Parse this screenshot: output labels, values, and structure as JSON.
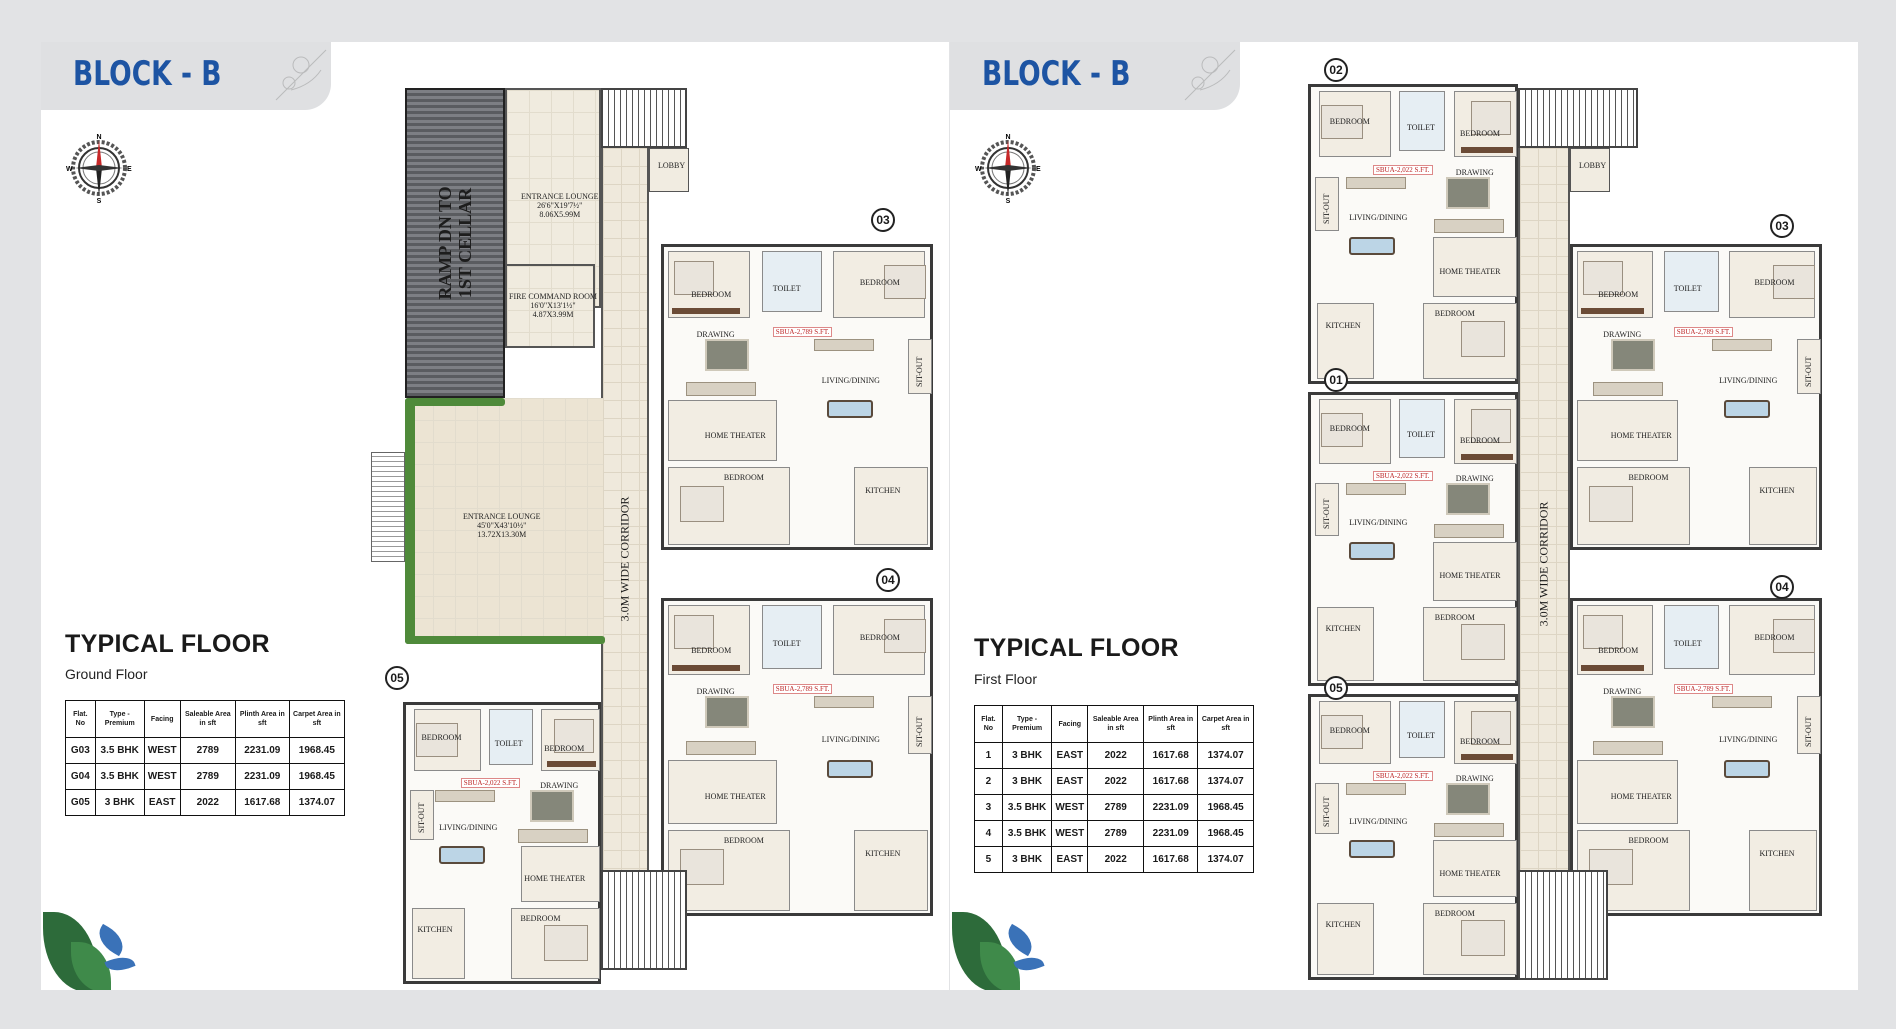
{
  "panels": [
    {
      "block_title": "BLOCK - B",
      "heading": "TYPICAL FLOOR",
      "subheading": "Ground Floor",
      "table": {
        "headers": [
          "Flat. No",
          "Type - Premium",
          "Facing",
          "Saleable Area in sft",
          "Plinth Area in sft",
          "Carpet Area in sft"
        ],
        "rows": [
          [
            "G03",
            "3.5 BHK",
            "WEST",
            "2789",
            "2231.09",
            "1968.45"
          ],
          [
            "G04",
            "3.5 BHK",
            "WEST",
            "2789",
            "2231.09",
            "1968.45"
          ],
          [
            "G05",
            "3 BHK",
            "EAST",
            "2022",
            "1617.68",
            "1374.07"
          ]
        ]
      },
      "plan": {
        "ramp": "RAMP DN TO\n1ST CELLAR",
        "entrance_lounge": "ENTRANCE LOUNGE\n26'6\"X19'7½\"\n8.06X5.99M",
        "fire_room": "FIRE COMMAND ROOM\n16'0\"X13'1½\"\n4.87X3.99M",
        "lobby_big": "ENTRANCE LOUNGE\n45'0\"X43'10½\"\n13.72X13.30M",
        "corridor": "3.0M WIDE CORRIDOR",
        "units": [
          "03",
          "04",
          "05"
        ]
      }
    },
    {
      "block_title": "BLOCK - B",
      "heading": "TYPICAL FLOOR",
      "subheading": "First Floor",
      "table": {
        "headers": [
          "Flat. No",
          "Type - Premium",
          "Facing",
          "Saleable Area in sft",
          "Plinth Area in sft",
          "Carpet Area in sft"
        ],
        "rows": [
          [
            "1",
            "3 BHK",
            "EAST",
            "2022",
            "1617.68",
            "1374.07"
          ],
          [
            "2",
            "3 BHK",
            "EAST",
            "2022",
            "1617.68",
            "1374.07"
          ],
          [
            "3",
            "3.5 BHK",
            "WEST",
            "2789",
            "2231.09",
            "1968.45"
          ],
          [
            "4",
            "3.5 BHK",
            "WEST",
            "2789",
            "2231.09",
            "1968.45"
          ],
          [
            "5",
            "3 BHK",
            "EAST",
            "2022",
            "1617.68",
            "1374.07"
          ]
        ]
      },
      "plan": {
        "corridor": "3.0M WIDE CORRIDOR",
        "units": [
          "02",
          "01",
          "05",
          "03",
          "04"
        ]
      }
    }
  ],
  "room_labels": {
    "bedroom": "BEDROOM",
    "living": "LIVING/DINING",
    "drawing": "DRAWING",
    "kitchen": "KITCHEN",
    "home_theater": "HOME THEATER",
    "sitout": "SIT-OUT",
    "toilet": "TOILET",
    "lobby": "LOBBY",
    "sbua_35": "SBUA-2,789 S.FT.",
    "sbua_3": "SBUA-2,022 S.FT."
  },
  "colors": {
    "title_blue": "#1d54a3",
    "hedge_green": "#4f8a3a",
    "background_gray": "#e2e3e5"
  },
  "icons": [
    "compass-rose-icon",
    "floral-decoration",
    "leaf-decoration"
  ]
}
